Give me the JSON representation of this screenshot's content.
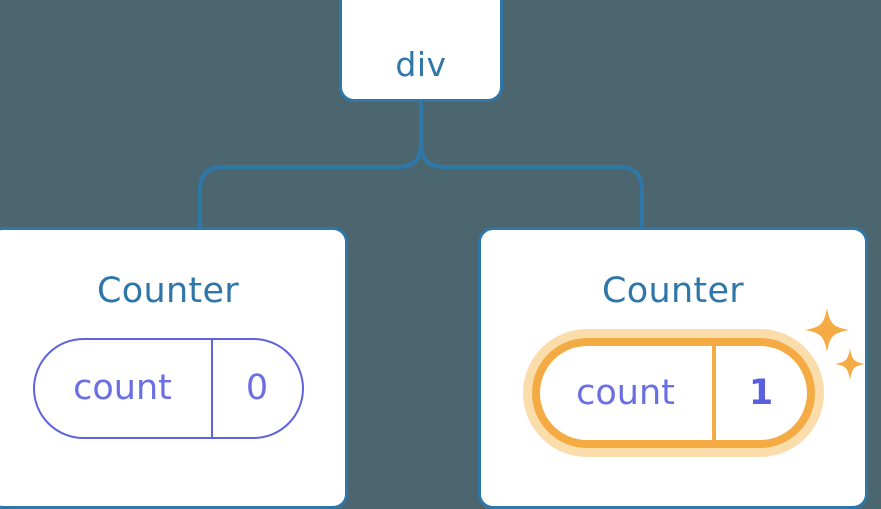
{
  "diagram": {
    "type": "component-tree",
    "background_color": "#4c6670",
    "edge_color": "#2e77a8",
    "node_border_color": "#2e77a8",
    "node_fill_color": "#ffffff",
    "title_text_color": "#2e77a8",
    "pill_color": "#5f63dd",
    "pill_text_color": "#6b6fe4",
    "highlight_color": "#f4ab44",
    "highlight_glow_color": "#fbdcab"
  },
  "root": {
    "label": "div"
  },
  "children": [
    {
      "title": "Counter",
      "state": {
        "key": "count",
        "value": "0"
      },
      "highlighted": false
    },
    {
      "title": "Counter",
      "state": {
        "key": "count",
        "value": "1"
      },
      "highlighted": true,
      "sparkle_count": 2
    }
  ]
}
